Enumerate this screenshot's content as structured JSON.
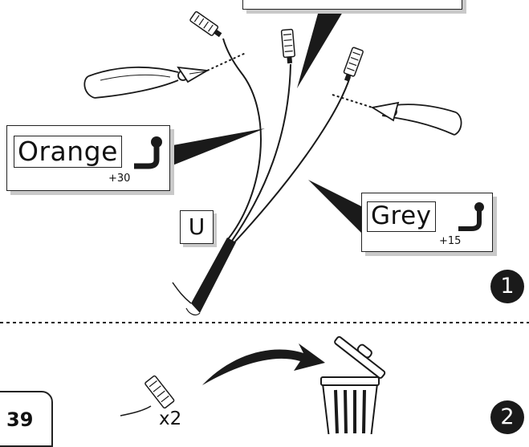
{
  "labels": {
    "orange": {
      "name": "Orange",
      "offset": "+30"
    },
    "grey": {
      "name": "Grey",
      "offset": "+15"
    },
    "u_marker": "U"
  },
  "steps": {
    "step1": "1",
    "step2": "2"
  },
  "page_number": "39",
  "quantity": "x2",
  "colors": {
    "ink": "#1a1a1a",
    "shadow": "#c9c9c9",
    "background": "#ffffff"
  },
  "icons": [
    "pliers-icon",
    "connector-icon",
    "wire-icon",
    "trash-can-icon",
    "arrow-icon",
    "cable-gland-icon"
  ]
}
